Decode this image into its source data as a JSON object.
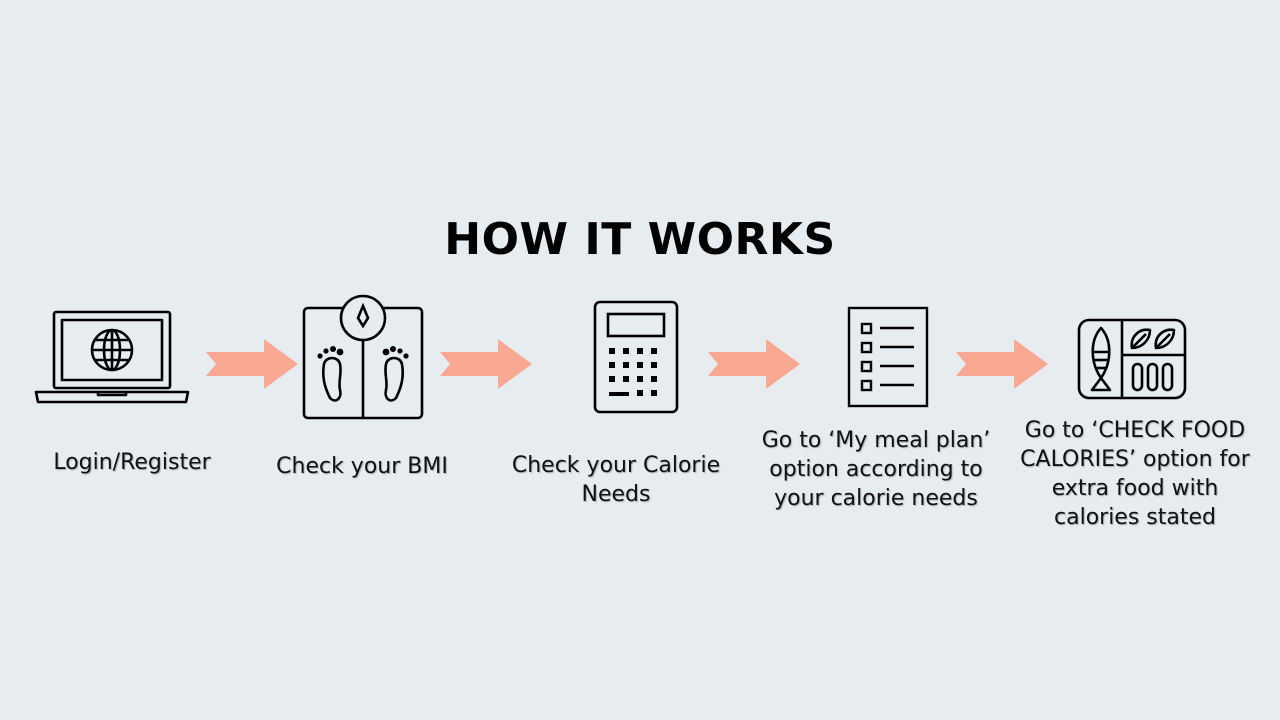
{
  "title": "HOW IT WORKS",
  "colors": {
    "background": "#e7ecf0",
    "arrow": "#f9a892",
    "icon_stroke": "#000000"
  },
  "steps": [
    {
      "icon": "laptop-globe-icon",
      "label": "Login/Register"
    },
    {
      "icon": "bathroom-scale-icon",
      "label": "Check your BMI"
    },
    {
      "icon": "calculator-icon",
      "label": "Check your Calorie Needs"
    },
    {
      "icon": "checklist-icon",
      "label": "Go to ‘My meal plan’ option according to your calorie needs"
    },
    {
      "icon": "food-tray-icon",
      "label": "Go to ‘CHECK FOOD CALORIES’ option for extra food with calories stated"
    }
  ]
}
